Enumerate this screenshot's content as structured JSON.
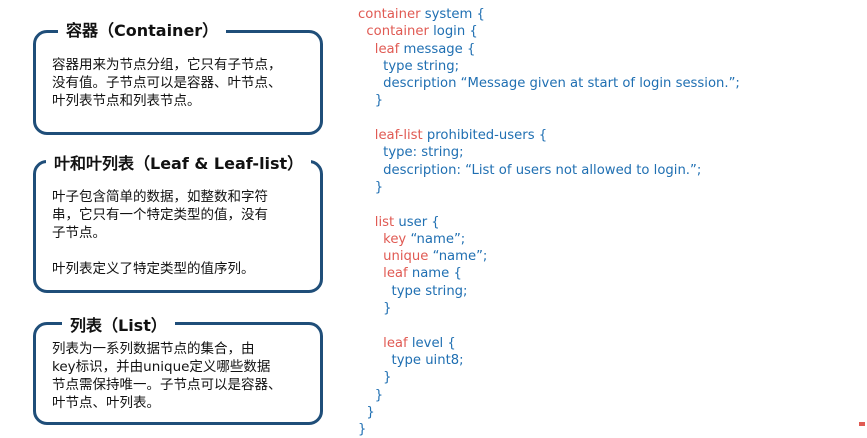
{
  "boxes": [
    {
      "title": "容器（Container）",
      "lines": [
        "容器用来为节点分组，它只有子节点，",
        "没有值。子节点可以是容器、叶节点、",
        "叶列表节点和列表节点。"
      ]
    },
    {
      "title": "叶和叶列表（Leaf & Leaf-list）",
      "lines": [
        "叶子包含简单的数据，如整数和字符",
        "串，它只有一个特定类型的值，没有",
        "子节点。"
      ],
      "extra": "叶列表定义了特定类型的值序列。"
    },
    {
      "title": "列表（List）",
      "lines": [
        "列表为一系列数据节点的集合，由",
        "key标识，并由unique定义哪些数据",
        "节点需保持唯一。子节点可以是容器、",
        "叶节点、叶列表。"
      ]
    }
  ],
  "code": [
    {
      "i": "",
      "k": "container",
      "t": " system {"
    },
    {
      "i": "  ",
      "k": "container",
      "t": " login {"
    },
    {
      "i": "    ",
      "k": "leaf",
      "t": " message {"
    },
    {
      "i": "      ",
      "k": "",
      "t": "type string;"
    },
    {
      "i": "      ",
      "k": "",
      "t": "description “Message given at start of login session.”;"
    },
    {
      "i": "    ",
      "k": "",
      "t": "}"
    },
    {
      "i": "",
      "k": "",
      "t": ""
    },
    {
      "i": "    ",
      "k": "leaf-list",
      "t": " prohibited-users {"
    },
    {
      "i": "      ",
      "k": "",
      "t": "type: string;"
    },
    {
      "i": "      ",
      "k": "",
      "t": "description: “List of users not allowed to login.”;"
    },
    {
      "i": "    ",
      "k": "",
      "t": "}"
    },
    {
      "i": "",
      "k": "",
      "t": ""
    },
    {
      "i": "    ",
      "k": "list",
      "t": " user {"
    },
    {
      "i": "      ",
      "k": "key",
      "t": " “name”;"
    },
    {
      "i": "      ",
      "k": "unique",
      "t": " “name”;"
    },
    {
      "i": "      ",
      "k": "leaf",
      "t": " name {"
    },
    {
      "i": "        ",
      "k": "",
      "t": "type string;"
    },
    {
      "i": "      ",
      "k": "",
      "t": "}"
    },
    {
      "i": "",
      "k": "",
      "t": ""
    },
    {
      "i": "      ",
      "k": "leaf",
      "t": " level {"
    },
    {
      "i": "        ",
      "k": "",
      "t": "type uint8;"
    },
    {
      "i": "      ",
      "k": "",
      "t": "}"
    },
    {
      "i": "    ",
      "k": "",
      "t": "}"
    },
    {
      "i": "  ",
      "k": "",
      "t": "}"
    },
    {
      "i": "",
      "k": "",
      "t": "}"
    }
  ],
  "colors": {
    "keyword": "#e05a53",
    "text": "#1f6fb2",
    "border": "#1f4e79"
  }
}
